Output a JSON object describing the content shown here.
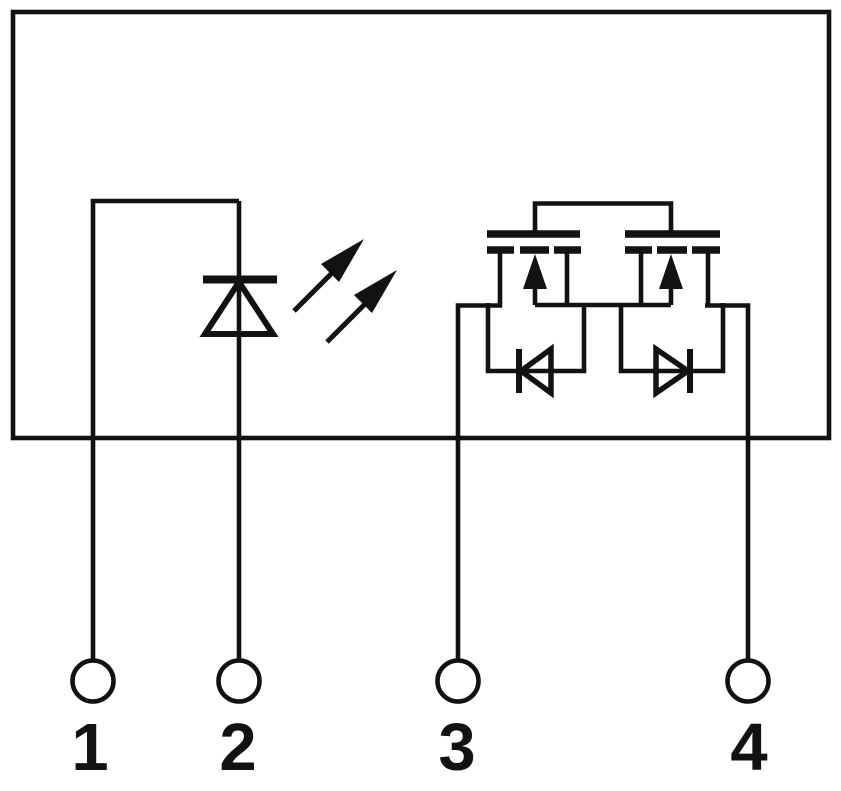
{
  "diagram": {
    "kind": "optocoupler-relay-internal-schematic",
    "pins": [
      {
        "label": "1"
      },
      {
        "label": "2"
      },
      {
        "label": "3"
      },
      {
        "label": "4"
      }
    ],
    "symbols": [
      "led-emitter",
      "light-emission-arrows",
      "mosfet-left",
      "mosfet-right",
      "body-diode-left",
      "body-diode-right"
    ],
    "colors": {
      "line": "#121212",
      "background": "#ffffff"
    }
  }
}
